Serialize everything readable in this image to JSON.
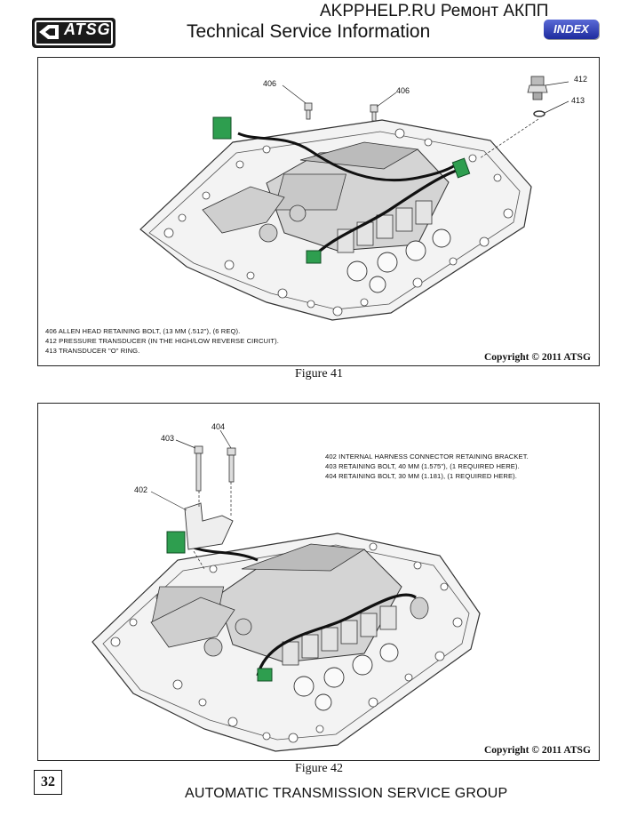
{
  "header": {
    "logo_text": "ATSG",
    "watermark": "AKPPHELP.RU Ремонт АКПП",
    "title": "Technical Service Information",
    "index_button": "INDEX"
  },
  "figure41": {
    "caption": "Figure 41",
    "copyright": "Copyright © 2011 ATSG",
    "callouts": [
      "406",
      "406",
      "412",
      "413"
    ],
    "legend": [
      "406  ALLEN HEAD RETAINING BOLT, (13 MM (.512\"), (6 REQ).",
      "412  PRESSURE TRANSDUCER (IN THE HIGH/LOW REVERSE CIRCUIT).",
      "413  TRANSDUCER \"O\" RING."
    ]
  },
  "figure42": {
    "caption": "Figure 42",
    "copyright": "Copyright © 2011 ATSG",
    "callouts": [
      "404",
      "403",
      "402"
    ],
    "legend": [
      "402  INTERNAL HARNESS CONNECTOR RETAINING BRACKET.",
      "403  RETAINING BOLT, 40 MM (1.575\"), (1 REQUIRED HERE).",
      "404  RETAINING BOLT, 30 MM (1.181), (1 REQUIRED HERE)."
    ]
  },
  "footer": {
    "page_number": "32",
    "text": "AUTOMATIC TRANSMISSION SERVICE GROUP"
  }
}
